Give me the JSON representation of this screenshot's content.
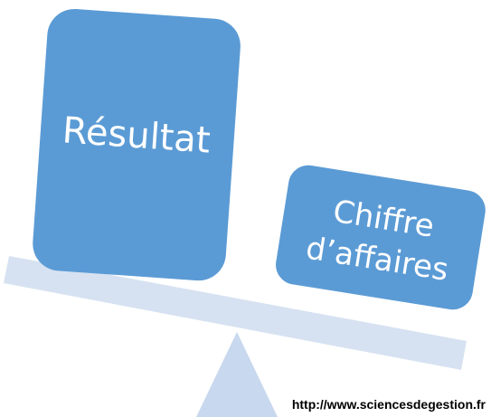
{
  "diagram": {
    "left_box": {
      "label": "Résultat"
    },
    "right_box": {
      "label_line1": "Chiffre",
      "label_line2": "d’affaires"
    },
    "source": "http://www.sciencesdegestion.fr"
  },
  "colors": {
    "box_fill": "#5B9BD5",
    "box_text": "#FFFFFF",
    "beam": "#D6E2F1",
    "fulcrum": "#C8D8EE",
    "background": "#FFFFFF"
  }
}
